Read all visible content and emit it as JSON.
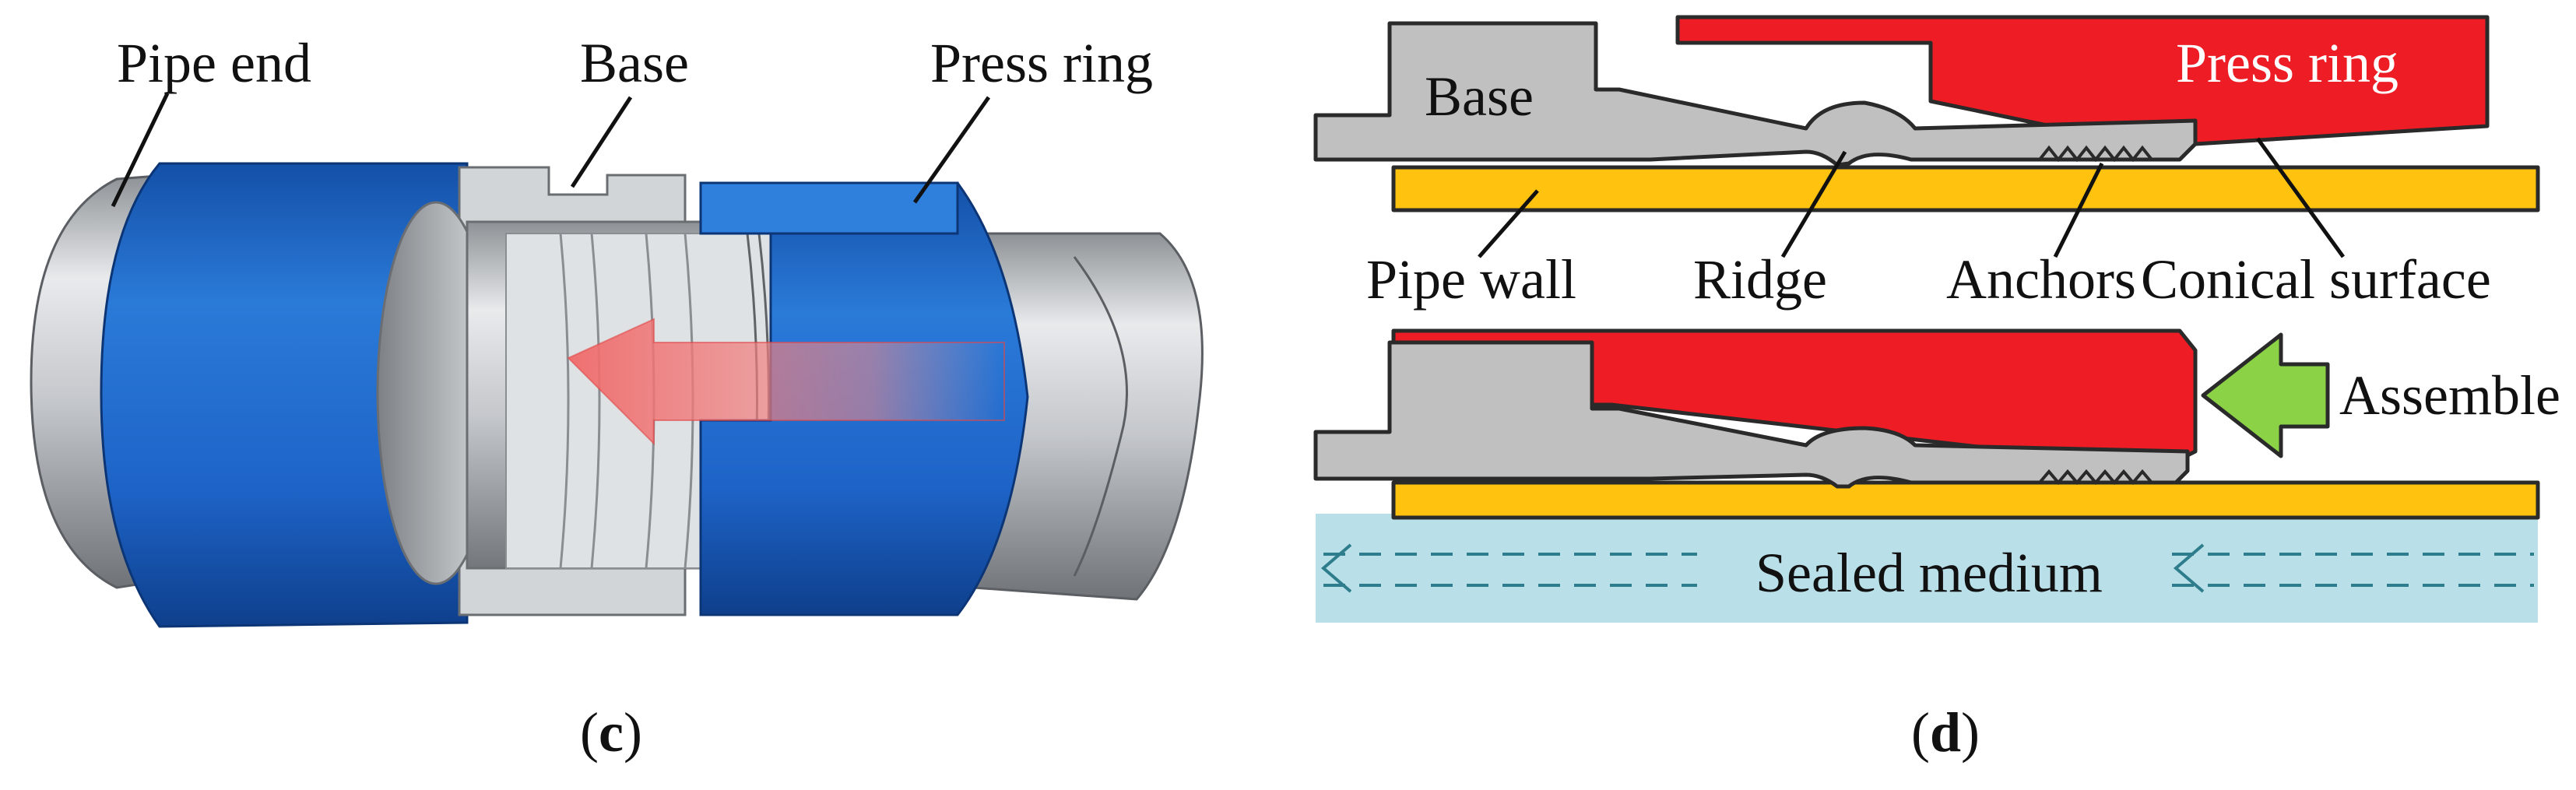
{
  "panel_c": {
    "labels": {
      "pipe_end": "Pipe end",
      "base": "Base",
      "press_ring": "Press ring"
    },
    "caption": {
      "open": "(",
      "letter": "c",
      "close": ")"
    },
    "colors": {
      "blue_sleeve": "#1e64c8",
      "steel": "#c4c7cb",
      "arrow": "#f07070"
    },
    "arrow_direction": "left"
  },
  "panel_d": {
    "labels": {
      "base_top": "Base",
      "press_ring_top": "Press ring",
      "pipe_wall": "Pipe wall",
      "ridge": "Ridge",
      "anchors": "Anchors",
      "conical_surface": "Conical surface",
      "assemble": "Assemble",
      "sealed_medium": "Sealed medium"
    },
    "caption": {
      "open": "(",
      "letter": "d",
      "close": ")"
    },
    "colors": {
      "base": "#c0c0c0",
      "press_ring": "#ee1c24",
      "pipe_wall": "#ffc20e",
      "sealed_medium": "#b9dfe8",
      "flow_lines": "#2e7d8c",
      "assemble_arrow": "#8cd246"
    }
  }
}
